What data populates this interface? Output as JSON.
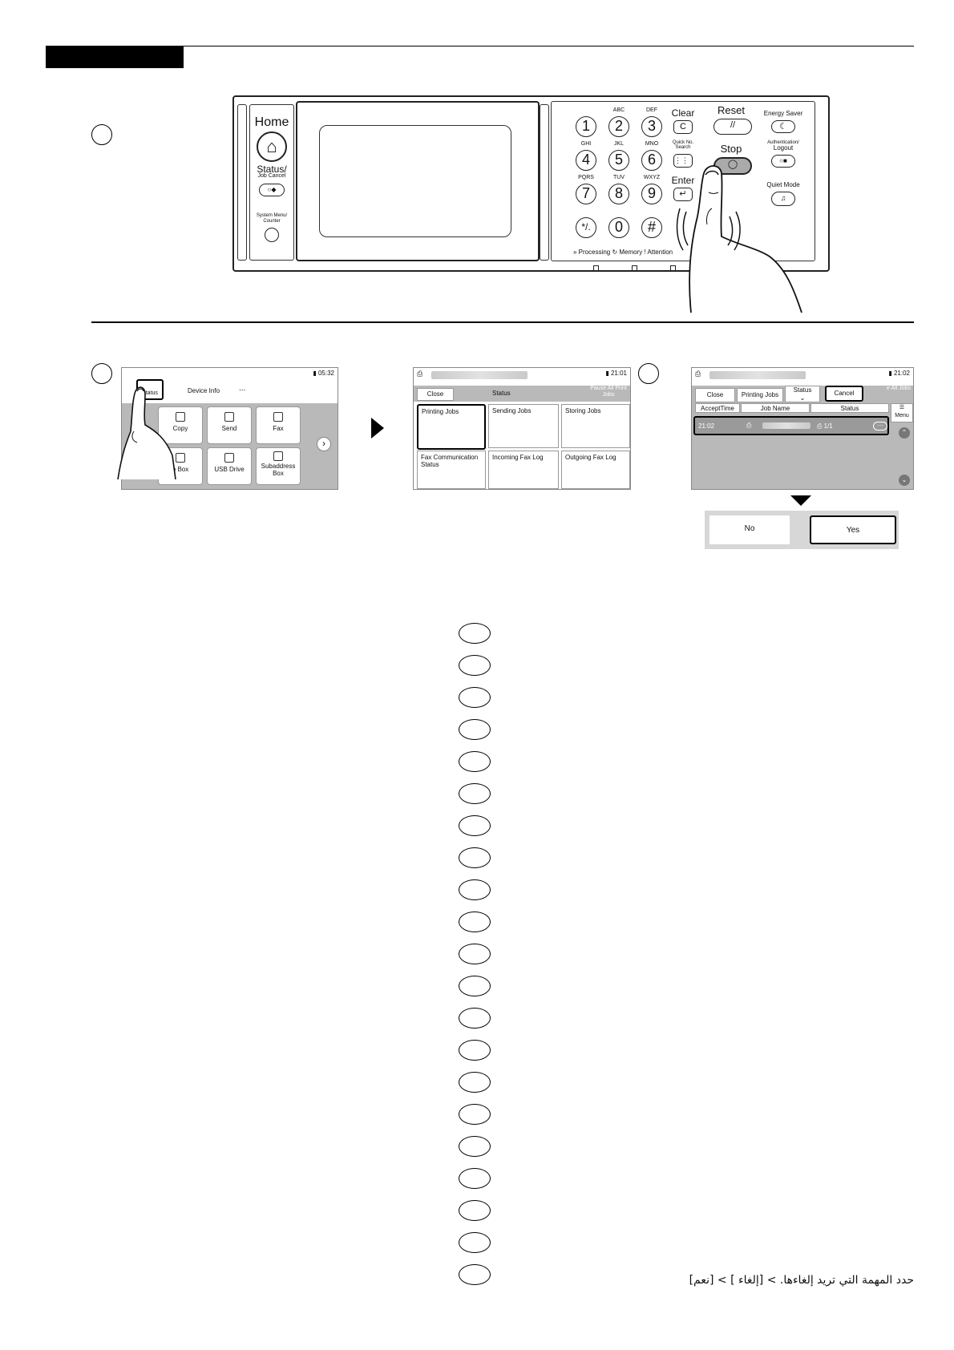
{
  "panel": {
    "home_label": "Home",
    "status_label": "Status/",
    "status_sub": "Job Cancel",
    "system_menu_label": "System Menu/ Counter",
    "keys": [
      {
        "digit": "1",
        "letters": ""
      },
      {
        "digit": "2",
        "letters": "ABC"
      },
      {
        "digit": "3",
        "letters": "DEF"
      },
      {
        "digit": "4",
        "letters": "GHI"
      },
      {
        "digit": "5",
        "letters": "JKL"
      },
      {
        "digit": "6",
        "letters": "MNO"
      },
      {
        "digit": "7",
        "letters": "PQRS"
      },
      {
        "digit": "8",
        "letters": "TUV"
      },
      {
        "digit": "9",
        "letters": "WXYZ"
      },
      {
        "digit": "*/.",
        "letters": ""
      },
      {
        "digit": "0",
        "letters": ""
      },
      {
        "digit": "#",
        "letters": ""
      }
    ],
    "clear_label": "Clear",
    "clear_key": "C",
    "quick_no_label": "Quick No. Search",
    "enter_label": "Enter",
    "reset_label": "Reset",
    "stop_label": "Stop",
    "energy_saver_label": "Energy Saver",
    "auth_label": "Authentication/",
    "logout_label": "Logout",
    "quiet_mode_label": "Quiet Mode",
    "indicators": "» Processing  ↻ Memory  ! Attention"
  },
  "screen1": {
    "time": "05:32",
    "status_tab": "Status",
    "device_info_tab": "Device Info",
    "more": "...",
    "tiles": [
      "Copy",
      "Send",
      "Fax",
      "Job Box",
      "USB Drive",
      "Subaddress Box"
    ],
    "tile_visible_labels": [
      "Copy",
      "Send",
      "Fax",
      "o Box",
      "USB Drive",
      "Subaddress Box"
    ]
  },
  "screen2": {
    "time": "21:01",
    "close": "Close",
    "status": "Status",
    "pause_all": "Pause All Print Jobs",
    "cells": [
      "Printing Jobs",
      "Sending Jobs",
      "Storing Jobs",
      "Fax Communication Status",
      "Incoming Fax Log",
      "Outgoing Fax Log"
    ]
  },
  "screen3": {
    "time": "21:02",
    "close": "Close",
    "tab": "Printing Jobs",
    "status_drop": "Status",
    "cancel": "Cancel",
    "pause_all": "e All Jobs",
    "col_accept": "AcceptTime",
    "col_jobname": "Job Name",
    "col_status": "Status",
    "menu": "Menu",
    "row_time": "21:02",
    "row_count": "1/1",
    "no": "No",
    "yes": "Yes"
  },
  "instruction": "حدد المهمة التي تريد إلغاءها. > [إلغاء ] > [نعم]"
}
